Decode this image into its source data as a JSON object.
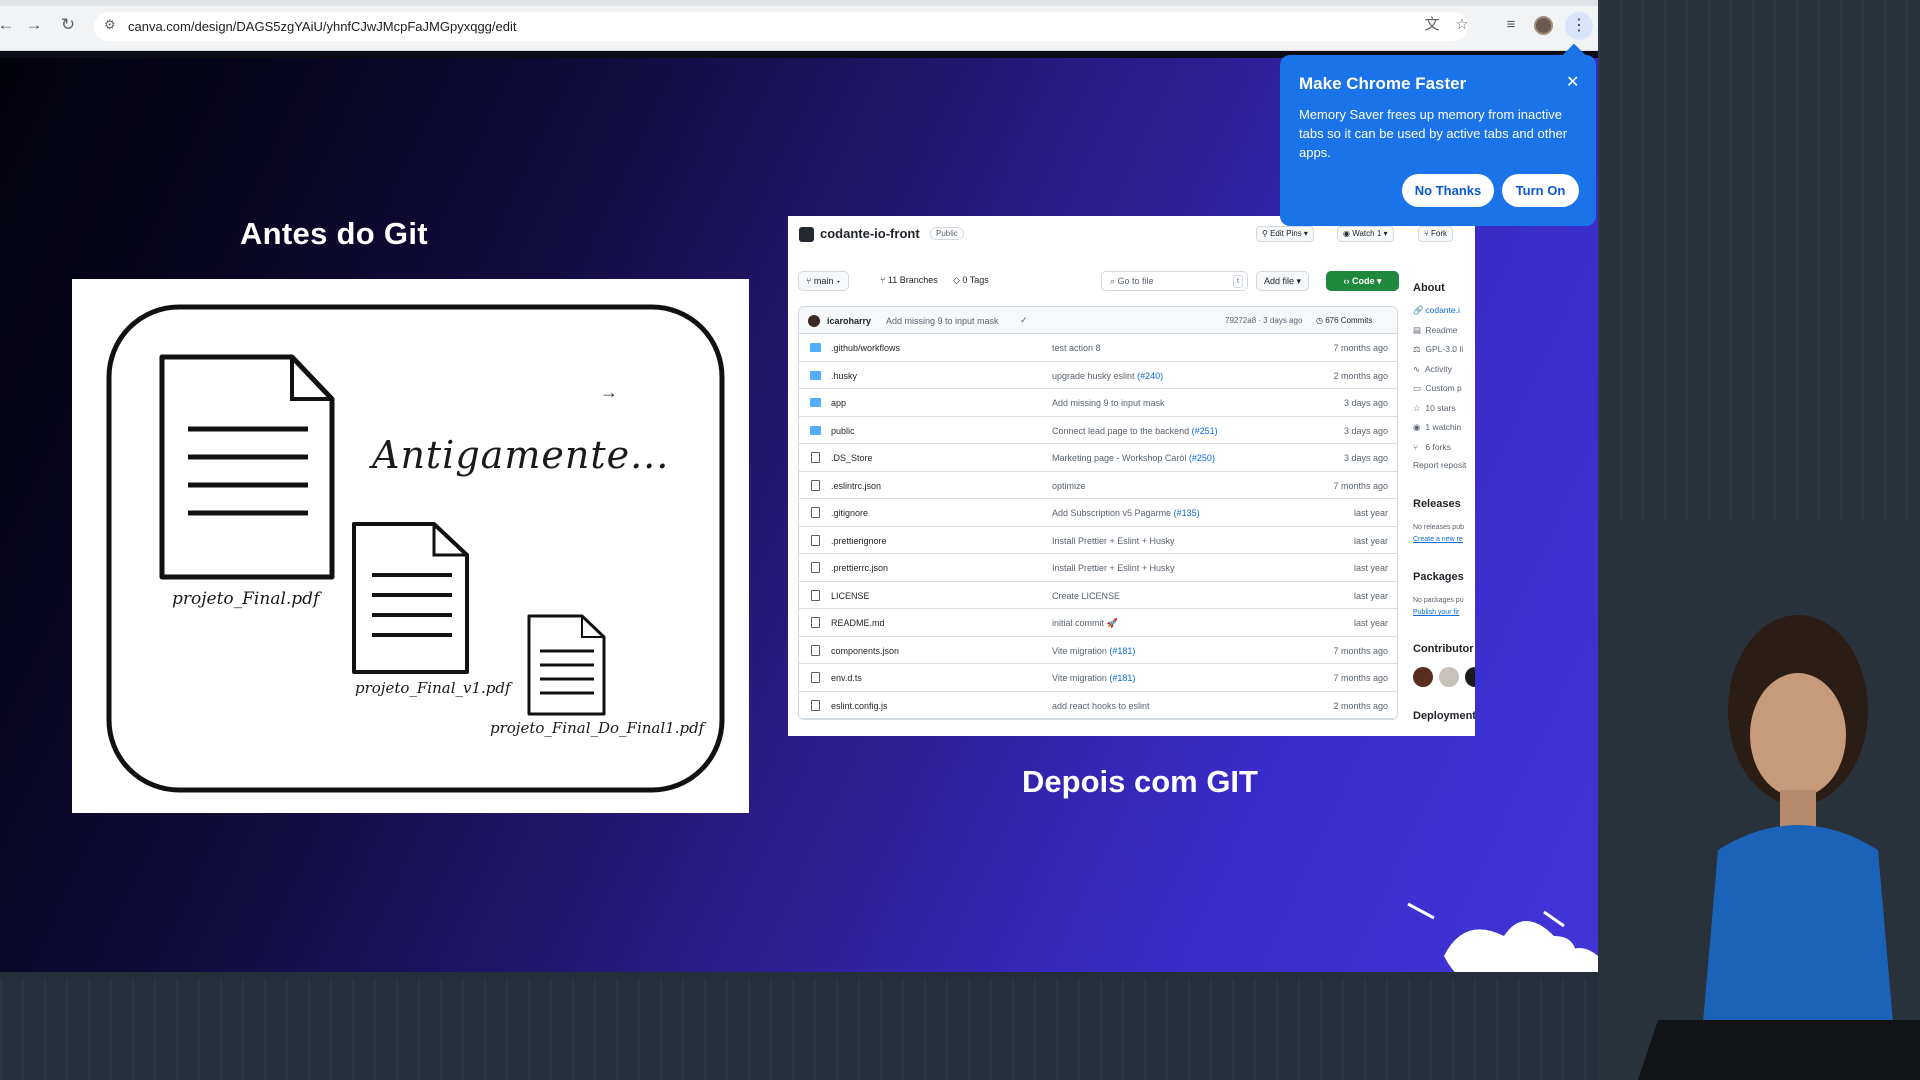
{
  "browser": {
    "url": "canva.com/design/DAGS5zgYAiU/yhnfCJwJMcpFaJMGpyxqgg/edit"
  },
  "slide": {
    "title_left": "Antes do Git",
    "title_right": "Depois com GIT",
    "sketch": {
      "heading": "Antigamente...",
      "file1": "projeto_Final.pdf",
      "file2": "projeto_Final_v1.pdf",
      "file3": "projeto_Final_Do_Final1.pdf"
    }
  },
  "github": {
    "repo": "codante-io-front",
    "visibility": "Public",
    "edit_pins": "Edit Pins",
    "watch": "Watch",
    "watch_count": "1",
    "fork": "Fork",
    "branch": "main",
    "branches": "11 Branches",
    "tags": "0 Tags",
    "go_to_file": "Go to file",
    "go_to_file_key": "t",
    "add_file": "Add file",
    "code": "Code",
    "commit": {
      "user": "icaroharry",
      "message": "Add missing 9 to input mask",
      "sha_time": "79272a8 · 3 days ago",
      "count": "676 Commits"
    },
    "files": [
      {
        "name": ".github/workflows",
        "type": "folder",
        "msg": "test action 8",
        "pr": "",
        "date": "7 months ago"
      },
      {
        "name": ".husky",
        "type": "folder",
        "msg": "upgrade husky eslint",
        "pr": "(#240)",
        "date": "2 months ago"
      },
      {
        "name": "app",
        "type": "folder",
        "msg": "Add missing 9 to input mask",
        "pr": "",
        "date": "3 days ago"
      },
      {
        "name": "public",
        "type": "folder",
        "msg": "Connect lead page to the backend",
        "pr": "(#251)",
        "date": "3 days ago"
      },
      {
        "name": ".DS_Store",
        "type": "file",
        "msg": "Marketing page - Workshop Caról",
        "pr": "(#250)",
        "date": "3 days ago"
      },
      {
        "name": ".eslintrc.json",
        "type": "file",
        "msg": "optimize",
        "pr": "",
        "date": "7 months ago"
      },
      {
        "name": ".gitignore",
        "type": "file",
        "msg": "Add Subscription v5 Pagarme",
        "pr": "(#135)",
        "date": "last year"
      },
      {
        "name": ".prettierignore",
        "type": "file",
        "msg": "Install Prettier + Eslint + Husky",
        "pr": "",
        "date": "last year"
      },
      {
        "name": ".prettierrc.json",
        "type": "file",
        "msg": "Install Prettier + Eslint + Husky",
        "pr": "",
        "date": "last year"
      },
      {
        "name": "LICENSE",
        "type": "file",
        "msg": "Create LICENSE",
        "pr": "",
        "date": "last year"
      },
      {
        "name": "README.md",
        "type": "file",
        "msg": "initial commit 🚀",
        "pr": "",
        "date": "last year"
      },
      {
        "name": "components.json",
        "type": "file",
        "msg": "Vite migration",
        "pr": "(#181)",
        "date": "7 months ago"
      },
      {
        "name": "env.d.ts",
        "type": "file",
        "msg": "Vite migration",
        "pr": "(#181)",
        "date": "7 months ago"
      },
      {
        "name": "eslint.config.js",
        "type": "file",
        "msg": "add react hooks to eslint",
        "pr": "",
        "date": "2 months ago"
      }
    ],
    "sidebar": {
      "about": "About",
      "link": "codante.i",
      "readme": "Readme",
      "license": "GPL-3.0 li",
      "activity": "Activity",
      "custom": "Custom p",
      "stars": "10 stars",
      "watching": "1 watchin",
      "forks": "6 forks",
      "report": "Report reposit",
      "releases": "Releases",
      "no_releases": "No releases pub",
      "create_release": "Create a new re",
      "packages": "Packages",
      "no_packages": "No packages pu",
      "publish": "Publish your fir",
      "contributors": "Contributor",
      "deployments": "Deployment"
    }
  },
  "popup": {
    "title": "Make Chrome Faster",
    "body": "Memory Saver frees up memory from inactive tabs so it can be used by active tabs and other apps.",
    "no_thanks": "No Thanks",
    "turn_on": "Turn On"
  },
  "colors": {
    "chrome_blue": "#1a73e8",
    "github_green": "#1f883d",
    "slide_purple": "#3a2bc8"
  }
}
